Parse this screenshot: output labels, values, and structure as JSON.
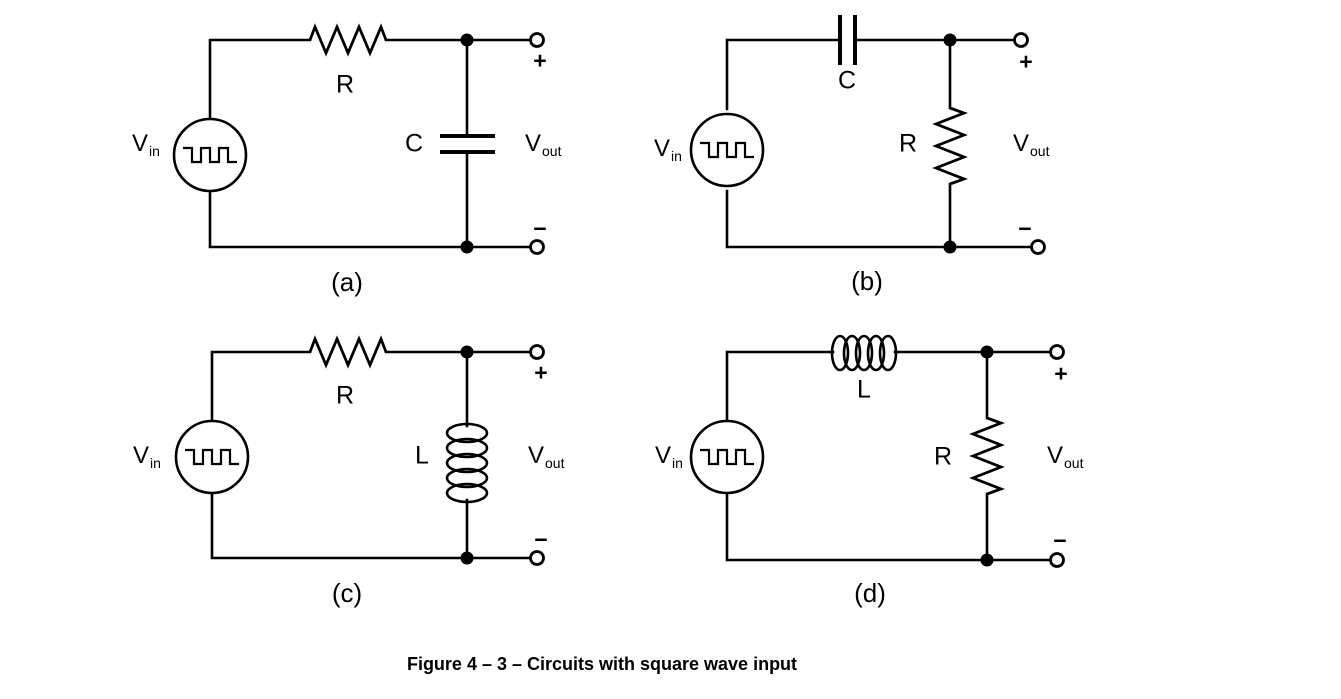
{
  "caption": "Figure 4 – 3 – Circuits with square wave input",
  "shared": {
    "v": "V",
    "in_sub": "in",
    "out_sub": "out",
    "plus": "+",
    "minus": "−"
  },
  "colors": {
    "line": "#000000",
    "background": "#ffffff"
  },
  "icons": {
    "source_waveform": "square-wave"
  },
  "circuits": [
    {
      "label": "(a)",
      "series": "R",
      "shunt": "C",
      "series_type": "resistor",
      "shunt_type": "capacitor"
    },
    {
      "label": "(b)",
      "series": "C",
      "shunt": "R",
      "series_type": "capacitor",
      "shunt_type": "resistor"
    },
    {
      "label": "(c)",
      "series": "R",
      "shunt": "L",
      "series_type": "resistor",
      "shunt_type": "inductor"
    },
    {
      "label": "(d)",
      "series": "L",
      "shunt": "R",
      "series_type": "inductor",
      "shunt_type": "resistor"
    }
  ]
}
